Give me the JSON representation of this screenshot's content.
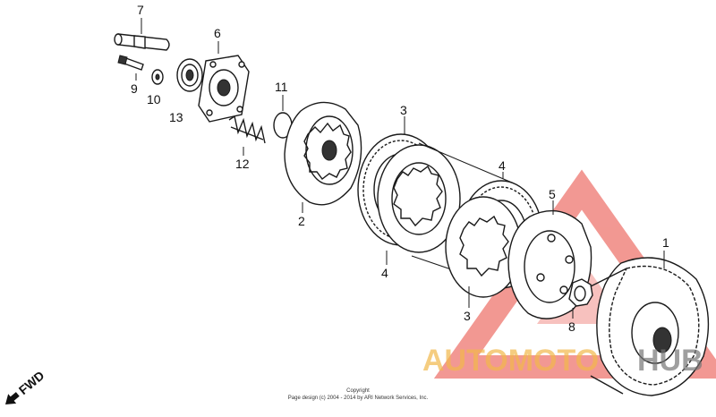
{
  "diagram": {
    "part_labels": {
      "p1": "1",
      "p2": "2",
      "p3a": "3",
      "p3b": "3",
      "p4a": "4",
      "p4b": "4",
      "p5": "5",
      "p6": "6",
      "p7": "7",
      "p8": "8",
      "p9": "9",
      "p10": "10",
      "p11": "11",
      "p12": "12",
      "p13": "13"
    },
    "direction_label": "FWD",
    "copyright_line1": "Copyright",
    "copyright_line2": "Page design (c) 2004 - 2014 by ARI Network Services, Inc."
  },
  "watermark": {
    "brand_part1": "AUTOMOTO",
    "brand_part2": "HUB",
    "color_red": "#e8443a",
    "color_orange": "#f2b84b",
    "color_gray": "#777777"
  }
}
